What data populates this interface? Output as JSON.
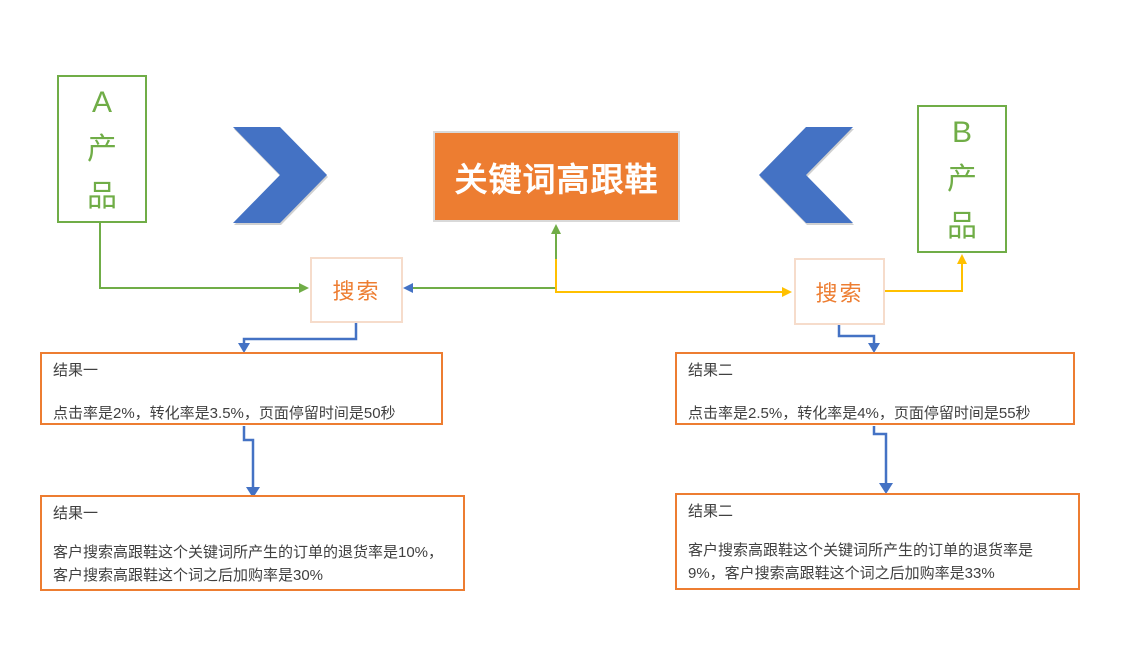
{
  "diagram": {
    "title": "keyword-search-comparison-flowchart",
    "products": {
      "a": {
        "lines": [
          "A",
          "产",
          "品"
        ]
      },
      "b": {
        "lines": [
          "B",
          "产",
          "品"
        ]
      }
    },
    "center": {
      "label": "关键词高跟鞋"
    },
    "search_left": {
      "label": "搜索"
    },
    "search_right": {
      "label": "搜索"
    },
    "results": {
      "left_top": {
        "title": "结果一",
        "body": "点击率是2%，转化率是3.5%，页面停留时间是50秒"
      },
      "left_bottom": {
        "title": "结果一",
        "body": "客户搜索高跟鞋这个关键词所产生的订单的退货率是10%，客户搜索高跟鞋这个词之后加购率是30%"
      },
      "right_top": {
        "title": "结果二",
        "body": "点击率是2.5%，转化率是4%，页面停留时间是55秒"
      },
      "right_bottom": {
        "title": "结果二",
        "body": "客户搜索高跟鞋这个关键词所产生的订单的退货率是9%，客户搜索高跟鞋这个词之后加购率是33%"
      }
    },
    "colors": {
      "green": "#70AD47",
      "orange": "#ED7D31",
      "yellow": "#FFC000",
      "blue": "#4472C4",
      "search_border": "#F6DCCB",
      "keyword_outline": "#D9D9D9",
      "text": "#404040",
      "background": "#FFFFFF"
    }
  }
}
